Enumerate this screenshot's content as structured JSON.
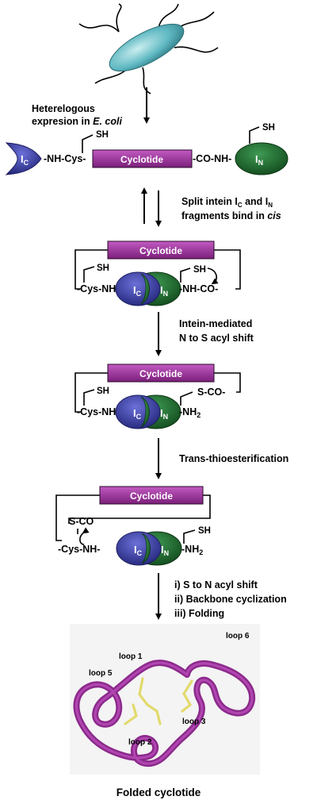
{
  "colors": {
    "cyclotide_box": "#9b2f9b",
    "intein_c": "#3a3d9e",
    "intein_n": "#1f6e2f",
    "disulfide": "#e6e07a",
    "backbone": "#a02ba0"
  },
  "steps": {
    "step1": {
      "line1": "Heterelogous",
      "line2_prefix": "expresion in ",
      "line2_italic": "E. coli"
    },
    "step2": {
      "line1_prefix": "Split intein I",
      "line1_sub1": "C",
      "line1_mid": " and I",
      "line1_sub2": "N",
      "line2_prefix": "fragments bind in ",
      "line2_italic": "cis"
    },
    "step3": {
      "line1": "Intein-mediated",
      "line2": "N to S acyl shift"
    },
    "step4": {
      "line1": "Trans-thioesterification"
    },
    "step5": {
      "line1": "i) S to N acyl shift",
      "line2": "ii) Backbone cyclization",
      "line3": "iii) Folding"
    }
  },
  "labels": {
    "cyclotide": "Cyclotide",
    "ic": "I",
    "ic_sub": "C",
    "in": "I",
    "in_sub": "N",
    "sh": "SH",
    "nh_cys": "-NH-Cys-",
    "co_nh": "-CO-NH-",
    "cys_nh": "-Cys-NH-",
    "nh_co": "-NH-CO-",
    "nh2": "-NH",
    "nh2_sub": "2",
    "s_co": "S-CO-",
    "s_co_left": "S-CO"
  },
  "loops": {
    "loop1": "loop 1",
    "loop2": "loop 2",
    "loop3": "loop 3",
    "loop5": "loop 5",
    "loop6": "loop 6"
  },
  "caption": "Folded cyclotide"
}
